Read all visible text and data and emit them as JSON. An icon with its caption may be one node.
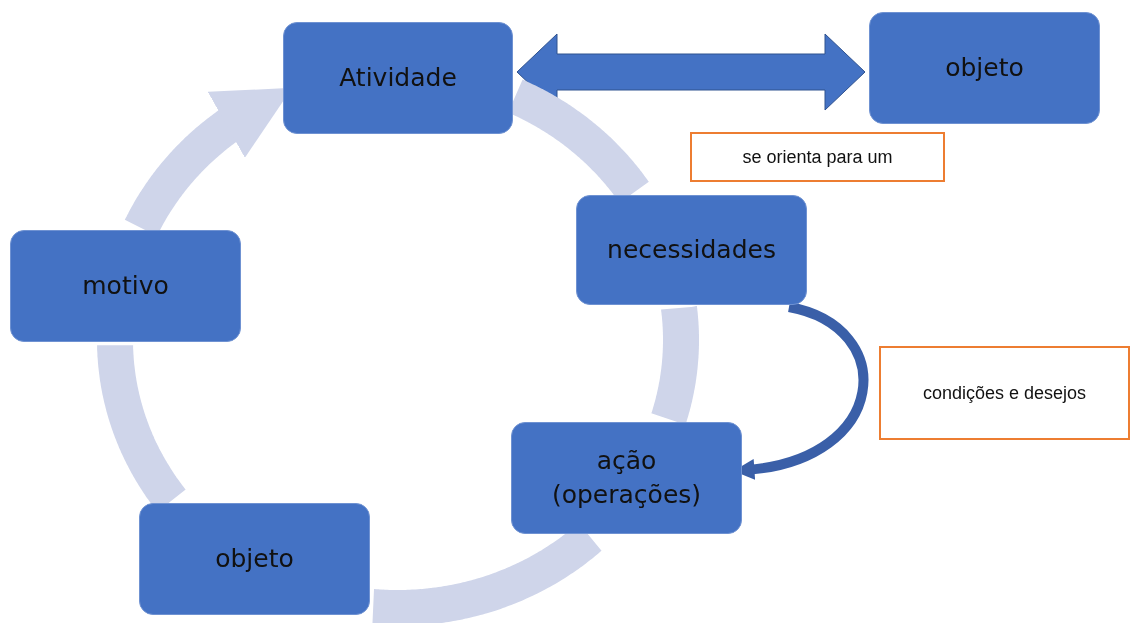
{
  "diagram": {
    "nodes": [
      {
        "text": [
          "Atividade"
        ]
      },
      {
        "text": [
          "objeto"
        ]
      },
      {
        "text": [
          "se orienta para um"
        ]
      },
      {
        "text": [
          "necessidades"
        ]
      },
      {
        "text": [
          "motivo"
        ]
      },
      {
        "text": [
          "condições e desejos"
        ]
      },
      {
        "text": [
          "ação (operações)"
        ]
      },
      {
        "text": [
          "objeto"
        ]
      }
    ],
    "edges": [
      {
        "from": 0,
        "to": 1,
        "arrow": "both"
      },
      {
        "from": 0,
        "to": 3,
        "arrow": "none",
        "color": "#cfd5ea"
      },
      {
        "from": 3,
        "to": 6,
        "arrow": "none",
        "color": "#cfd5ea"
      },
      {
        "from": 6,
        "to": 7,
        "arrow": "none",
        "color": "#cfd5ea"
      },
      {
        "from": 7,
        "to": 4,
        "arrow": "none",
        "color": "#cfd5ea"
      },
      {
        "from": 4,
        "to": 0,
        "arrow": "to",
        "color": "#cfd5ea"
      },
      {
        "from": 3,
        "to": 6,
        "arrow": "to",
        "color": "#3a5fa8"
      }
    ]
  }
}
